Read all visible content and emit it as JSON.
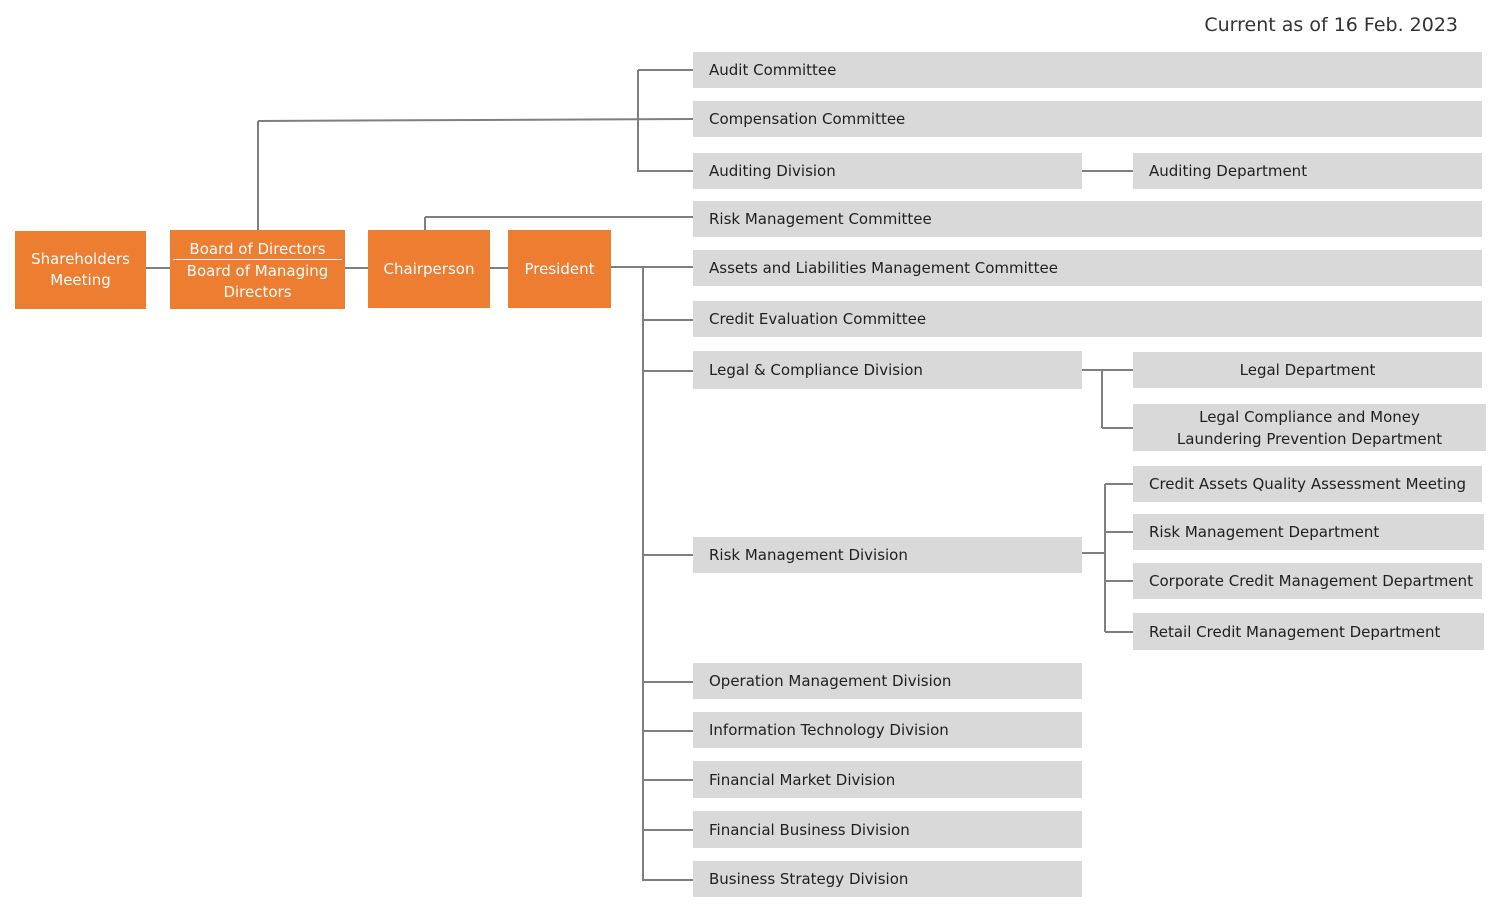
{
  "note": "Current as of 16 Feb. 2023",
  "nodes": {
    "shareholders": "Shareholders Meeting",
    "board_of_directors": "Board of Directors",
    "board_of_managing_directors": "Board of Managing Directors",
    "chairperson": "Chairperson",
    "president": "President",
    "audit_committee": "Audit Committee",
    "compensation_committee": "Compensation Committee",
    "auditing_division": "Auditing Division",
    "auditing_department": "Auditing Department",
    "risk_management_committee": "Risk Management Committee",
    "alm_committee": "Assets and Liabilities Management Committee",
    "credit_evaluation_committee": "Credit Evaluation Committee",
    "legal_compliance_division": "Legal & Compliance Division",
    "legal_department": "Legal Department",
    "legal_compliance_aml_department": "Legal Compliance and Money Laundering Prevention Department",
    "risk_management_division": "Risk Management Division",
    "credit_assets_quality_meeting": "Credit Assets Quality Assessment Meeting",
    "risk_management_department": "Risk Management Department",
    "corporate_credit_department": "Corporate Credit Management Department",
    "retail_credit_department": "Retail Credit Management Department",
    "operation_management_division": "Operation Management Division",
    "information_technology_division": "Information Technology Division",
    "financial_market_division": "Financial Market Division",
    "financial_business_division": "Financial Business Division",
    "business_strategy_division": "Business Strategy Division"
  },
  "colors": {
    "executive": "#ed7d31",
    "unit": "#d9d9d9",
    "connector": "#7f7f7f"
  }
}
